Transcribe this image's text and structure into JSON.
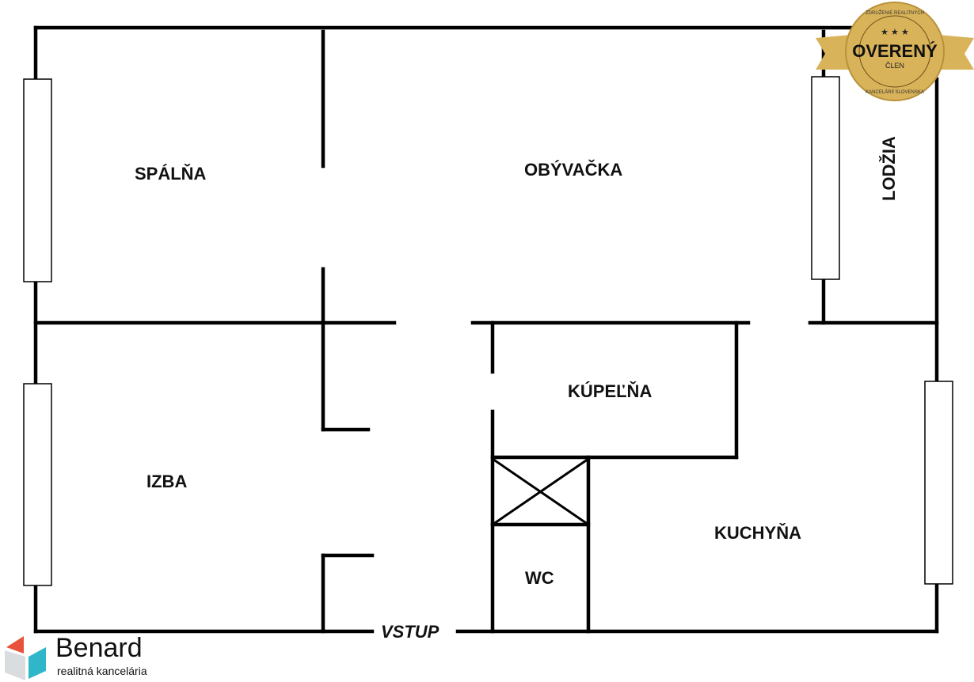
{
  "rooms": {
    "spalna": "SPÁLŇA",
    "obyvacka": "OBÝVAČKA",
    "lodzia": "LODŽIA",
    "izba": "IZBA",
    "kupelna": "KÚPEĽŇA",
    "kuchyna": "KUCHYŇA",
    "wc": "WC",
    "vstup": "VSTUP"
  },
  "badge": {
    "top_text": "ZDRUŽENIE REALITNÝCH",
    "main": "OVERENÝ",
    "sub": "ČLEN",
    "bottom_text": "KANCELÁRIÍ SLOVENSKA",
    "gold": "#d9b35a"
  },
  "logo": {
    "name": "Benard",
    "tagline": "realitná kancelária",
    "colors": {
      "red": "#e8513a",
      "teal": "#2fb6c8",
      "grey": "#d9dde0"
    }
  }
}
